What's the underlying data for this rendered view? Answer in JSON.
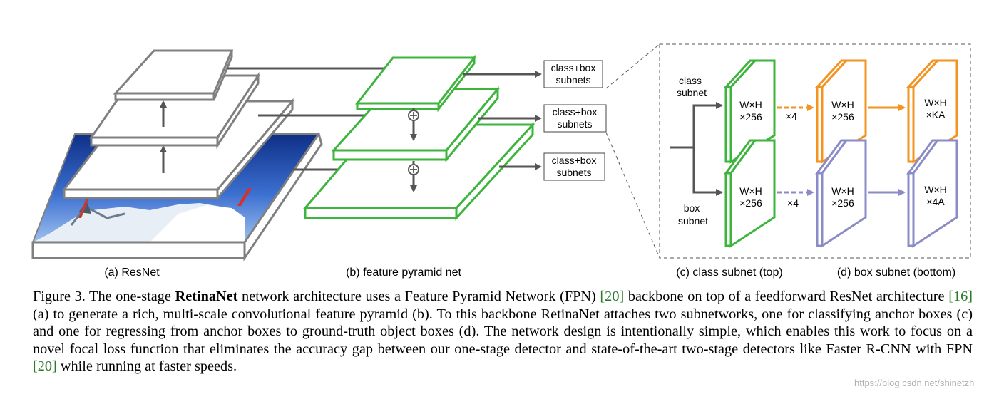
{
  "figure": {
    "subnet_box_label_line1": "class+box",
    "subnet_box_label_line2": "subnets",
    "class_subnet_label_line1": "class",
    "class_subnet_label_line2": "subnet",
    "box_subnet_label_line1": "box",
    "box_subnet_label_line2": "subnet",
    "wxh": "W×H",
    "ch_256": "×256",
    "ch_ka": "×KA",
    "ch_4a": "×4A",
    "repeat_x4": "×4",
    "panel_a": "(a) ResNet",
    "panel_b": "(b) feature pyramid net",
    "panel_c": "(c) class subnet (top)",
    "panel_d": "(d) box subnet (bottom)",
    "colors": {
      "resnet_gray": "#808080",
      "fpn_green": "#3db53d",
      "class_orange": "#f39420",
      "box_purple": "#8b8bc8",
      "arrow_gray": "#555555"
    }
  },
  "caption": {
    "fig_label": "Figure 3. The one-stage ",
    "name": "RetinaNet",
    "t1": " network architecture uses a Feature Pyramid Network (FPN) ",
    "cite1": "[20]",
    "t2": " backbone on top of a feedforward ResNet architecture ",
    "cite2": "[16]",
    "t3": " (a) to generate a rich, multi-scale convolutional feature pyramid (b).  To this backbone RetinaNet attaches two subnetworks, one for classifying anchor boxes (c) and one for regressing from anchor boxes to ground-truth object boxes (d). The network design is intentionally simple, which enables this work to focus on a novel focal loss function that eliminates the accuracy gap between our one-stage detector and state-of-the-art two-stage detectors like Faster R-CNN with FPN ",
    "cite3": "[20]",
    "t4": " while running at faster speeds."
  },
  "watermark": "https://blog.csdn.net/shinetzh"
}
